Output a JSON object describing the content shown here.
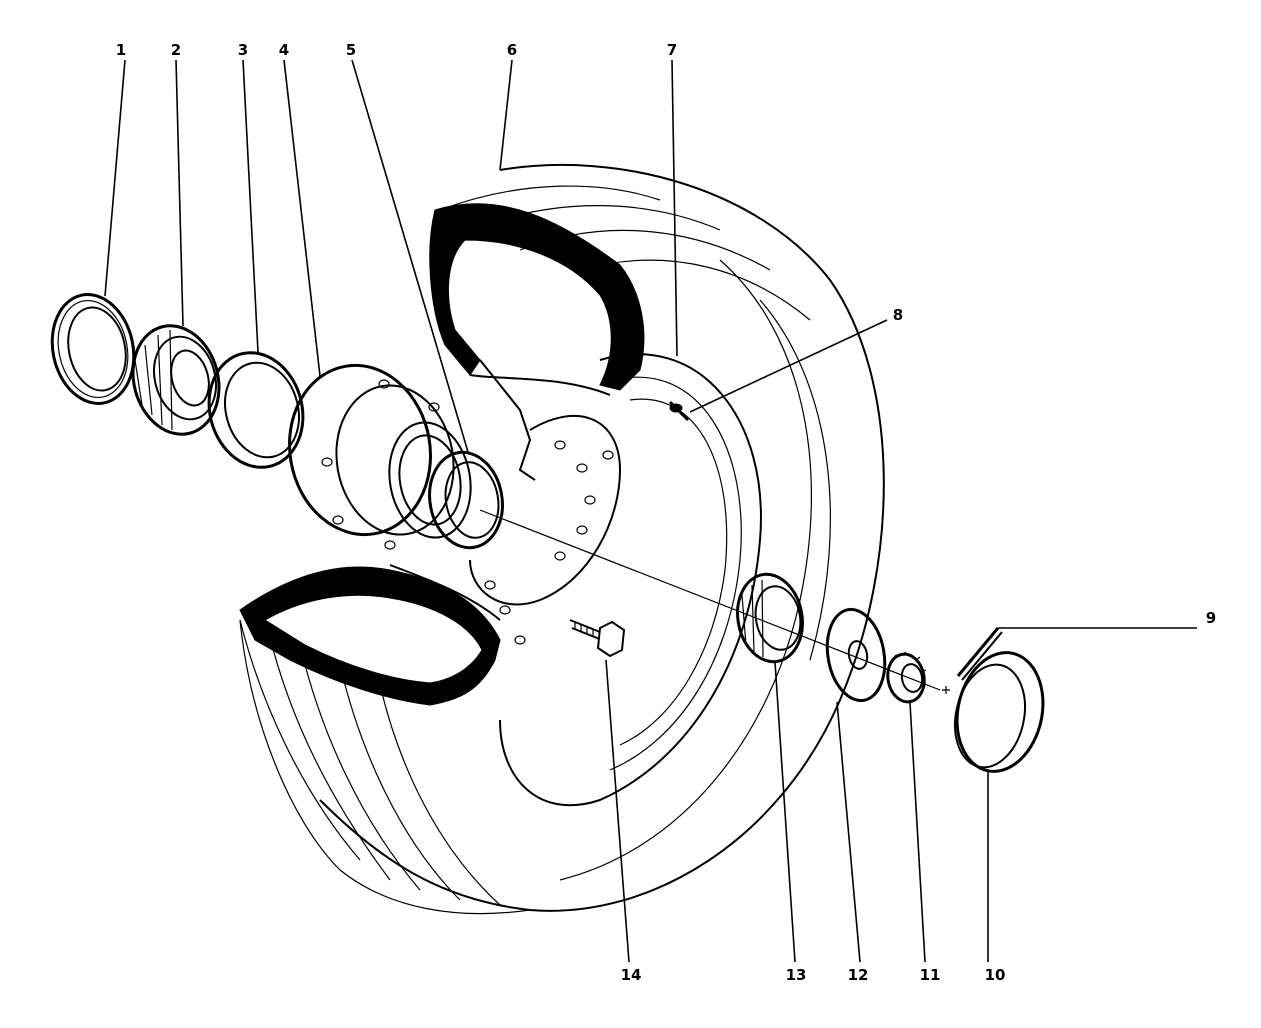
{
  "callouts": [
    {
      "id": "1",
      "text": "1"
    },
    {
      "id": "2",
      "text": "2"
    },
    {
      "id": "3",
      "text": "3"
    },
    {
      "id": "4",
      "text": "4"
    },
    {
      "id": "5",
      "text": "5"
    },
    {
      "id": "6",
      "text": "6"
    },
    {
      "id": "7",
      "text": "7"
    },
    {
      "id": "8",
      "text": "8"
    },
    {
      "id": "9",
      "text": "9"
    },
    {
      "id": "10",
      "text": "10"
    },
    {
      "id": "11",
      "text": "11"
    },
    {
      "id": "12",
      "text": "12"
    },
    {
      "id": "13",
      "text": "13"
    },
    {
      "id": "14",
      "text": "14"
    }
  ],
  "parts": [
    {
      "callout": "1",
      "icon": "seal-ring-icon"
    },
    {
      "callout": "2",
      "icon": "roller-bearing-icon"
    },
    {
      "callout": "3",
      "icon": "bearing-cup-icon"
    },
    {
      "callout": "4",
      "icon": "hub-icon"
    },
    {
      "callout": "5",
      "icon": "bearing-cup-icon"
    },
    {
      "callout": "6",
      "icon": "tire-icon"
    },
    {
      "callout": "7",
      "icon": "wheel-rim-icon"
    },
    {
      "callout": "8",
      "icon": "valve-stem-icon"
    },
    {
      "callout": "9",
      "icon": "cotter-pin-icon"
    },
    {
      "callout": "10",
      "icon": "hub-cap-icon"
    },
    {
      "callout": "11",
      "icon": "castle-nut-icon"
    },
    {
      "callout": "12",
      "icon": "washer-icon"
    },
    {
      "callout": "13",
      "icon": "roller-bearing-icon"
    },
    {
      "callout": "14",
      "icon": "bolt-icon"
    }
  ],
  "colors": {
    "ink": "#000000",
    "paper": "#ffffff"
  }
}
